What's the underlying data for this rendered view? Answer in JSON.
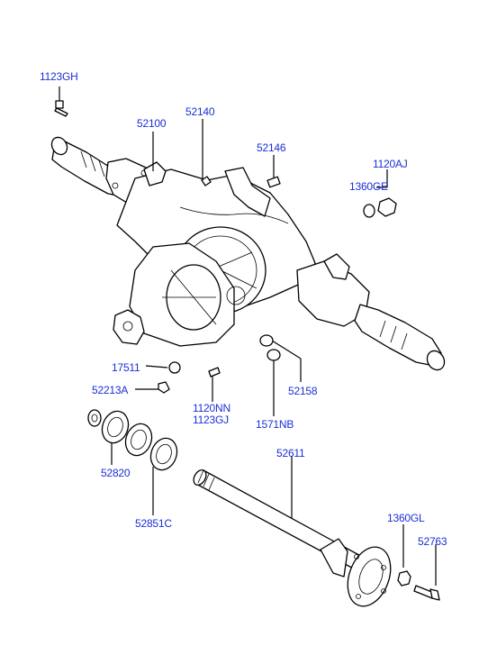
{
  "labels": {
    "p1123GH": "1123GH",
    "p52100": "52100",
    "p52140": "52140",
    "p52146": "52146",
    "p1120AJ": "1120AJ",
    "p1360GE": "1360GE",
    "p17511": "17511",
    "p52213A": "52213A",
    "p1120NN": "1120NN",
    "p1123GJ": "1123GJ",
    "p1571NB": "1571NB",
    "p52158": "52158",
    "p52611": "52611",
    "p52820": "52820",
    "p52851C": "52851C",
    "p1360GL": "1360GL",
    "p52763": "52763"
  },
  "colors": {
    "label": "#1a2fd6",
    "line": "#000000",
    "background": "#ffffff"
  }
}
